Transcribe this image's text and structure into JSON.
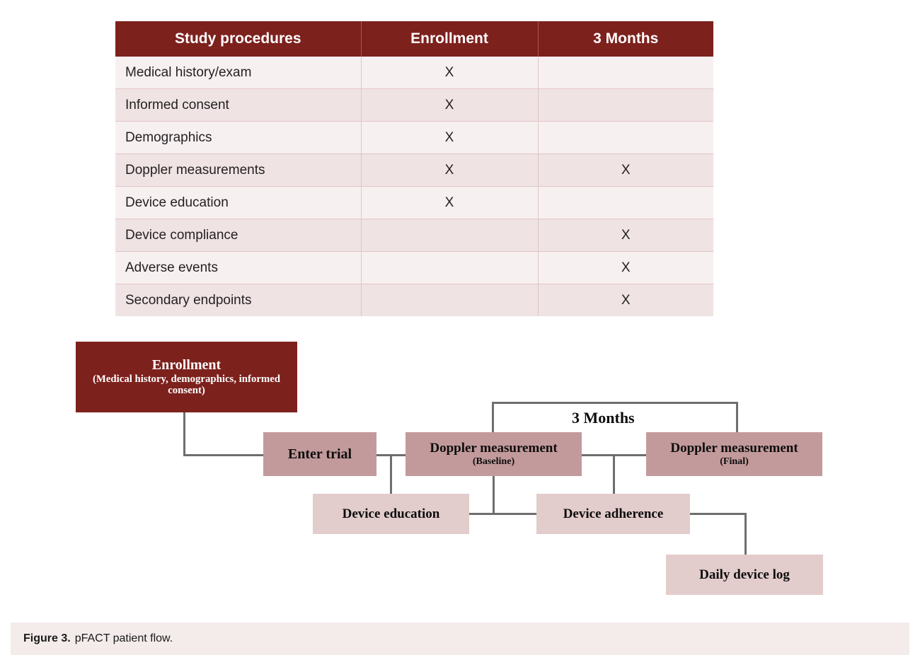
{
  "table": {
    "name": "study-procedures-schedule",
    "columns": [
      "Study procedures",
      "Enrollment",
      "3 Months"
    ],
    "rows": [
      {
        "procedure": "Medical history/exam",
        "enrollment": "X",
        "three_months": ""
      },
      {
        "procedure": "Informed consent",
        "enrollment": "X",
        "three_months": ""
      },
      {
        "procedure": "Demographics",
        "enrollment": "X",
        "three_months": ""
      },
      {
        "procedure": "Doppler measurements",
        "enrollment": "X",
        "three_months": "X"
      },
      {
        "procedure": "Device education",
        "enrollment": "X",
        "three_months": ""
      },
      {
        "procedure": "Device compliance",
        "enrollment": "",
        "three_months": "X"
      },
      {
        "procedure": "Adverse events",
        "enrollment": "",
        "three_months": "X"
      },
      {
        "procedure": "Secondary endpoints",
        "enrollment": "",
        "three_months": "X"
      }
    ]
  },
  "flowchart": {
    "nodes": {
      "enrollment": {
        "title": "Enrollment",
        "sub": "(Medical history, demographics, informed consent)"
      },
      "enter_trial": {
        "title": "Enter trial",
        "sub": ""
      },
      "doppler_baseline": {
        "title": "Doppler measurement",
        "sub": "(Baseline)"
      },
      "doppler_final": {
        "title": "Doppler measurement",
        "sub": "(Final)"
      },
      "device_education": {
        "title": "Device education",
        "sub": ""
      },
      "device_adherence": {
        "title": "Device adherence",
        "sub": ""
      },
      "daily_device_log": {
        "title": "Daily device log",
        "sub": ""
      }
    },
    "annotations": {
      "interval": "3 Months"
    }
  },
  "caption": {
    "label": "Figure 3.",
    "text": "pFACT patient flow."
  },
  "colors": {
    "header_maroon": "#7d211d",
    "node_mid": "#c39a9b",
    "node_light": "#e3cccc",
    "row_odd": "#f7f0f1",
    "row_even": "#efe3e4",
    "edge_gray": "#6e6e6e",
    "caption_band": "#f4ebeb"
  }
}
